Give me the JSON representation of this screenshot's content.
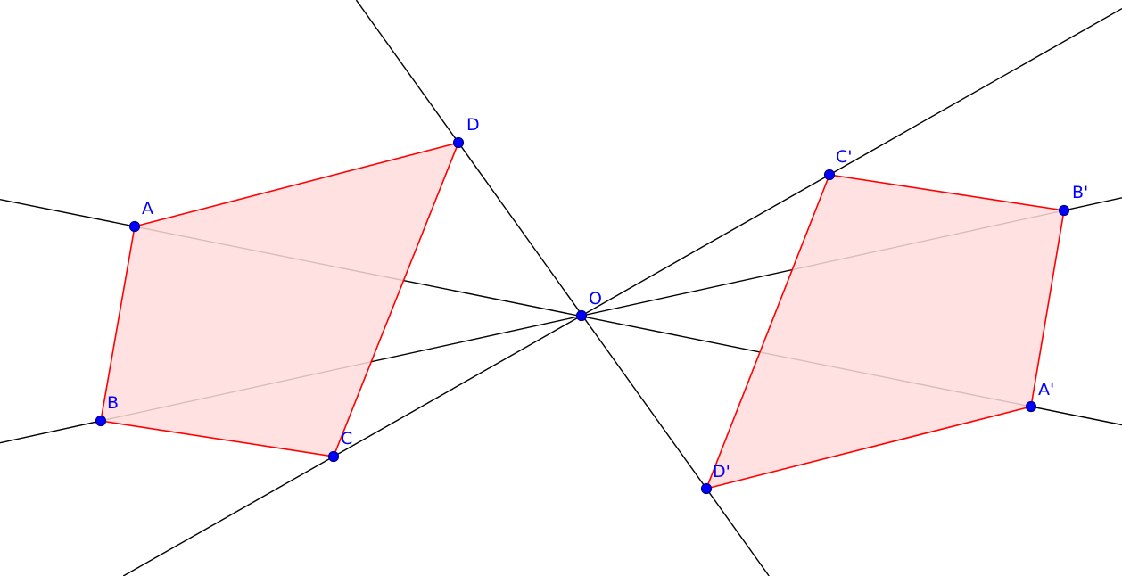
{
  "colors": {
    "background": "#ffffff",
    "line": "#000000",
    "polygon_edge": "#ff0000",
    "polygon_fill": "#ffdcdc",
    "point": "#0000ff",
    "point_outline": "#00008b",
    "label": "#0000ff"
  },
  "points": [
    {
      "id": "A",
      "label": "A"
    },
    {
      "id": "B",
      "label": "B"
    },
    {
      "id": "C",
      "label": "C"
    },
    {
      "id": "D",
      "label": "D"
    },
    {
      "id": "O",
      "label": "O"
    },
    {
      "id": "A2",
      "label": "A'"
    },
    {
      "id": "B2",
      "label": "B'"
    },
    {
      "id": "C2",
      "label": "C'"
    },
    {
      "id": "D2",
      "label": "D'"
    }
  ],
  "polygons": [
    {
      "name": "quadrilateral-ABCD",
      "vertices": [
        "A",
        "B",
        "C",
        "D"
      ]
    },
    {
      "name": "quadrilateral-A2B2C2D2",
      "vertices": [
        "A2",
        "B2",
        "C2",
        "D2"
      ]
    }
  ],
  "lines": [
    {
      "name": "line-A-A2",
      "through": [
        "A",
        "A2"
      ]
    },
    {
      "name": "line-B-B2",
      "through": [
        "B",
        "B2"
      ]
    },
    {
      "name": "line-C-C2",
      "through": [
        "C",
        "C2"
      ]
    },
    {
      "name": "line-D-D2",
      "through": [
        "D",
        "D2"
      ]
    }
  ]
}
